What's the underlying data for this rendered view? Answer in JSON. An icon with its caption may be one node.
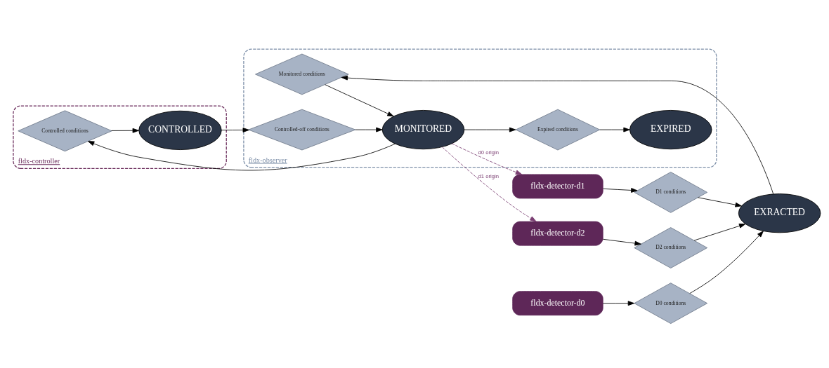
{
  "diagram": {
    "nodes": [
      {
        "text": [
          "fldx-controller"
        ]
      },
      {
        "text": [
          "Controlled conditions"
        ],
        "in": 0
      },
      {
        "text": [
          "CONTROLLED"
        ],
        "in": 0
      },
      {
        "text": [
          "fldx-observer"
        ]
      },
      {
        "text": [
          "Monitored conditions"
        ],
        "in": 3
      },
      {
        "text": [
          "MONITORED"
        ],
        "in": 3
      },
      {
        "text": [
          "Controlled-off conditions"
        ],
        "in": 3
      },
      {
        "text": [
          "Expired conditions"
        ],
        "in": 3
      },
      {
        "text": [
          "EXPIRED"
        ],
        "in": 3
      },
      {
        "text": [
          "fldx-detector-d0"
        ]
      },
      {
        "text": [
          "D0 conditions"
        ]
      },
      {
        "text": [
          "EXRACTED"
        ]
      },
      {
        "text": [
          "D1 conditions"
        ]
      },
      {
        "text": [
          "fldx-detector-d1"
        ]
      },
      {
        "text": [
          "D2 conditions"
        ]
      },
      {
        "text": [
          "fldx-detector-d2"
        ]
      }
    ],
    "edges": [
      {
        "from": 9,
        "to": 10,
        "arrow": "to"
      },
      {
        "from": 10,
        "to": 11,
        "arrow": "to"
      },
      {
        "from": 11,
        "to": 4,
        "arrow": "to"
      },
      {
        "from": 4,
        "to": 5,
        "arrow": "to"
      },
      {
        "from": 5,
        "to": 1,
        "arrow": "to"
      },
      {
        "from": 1,
        "to": 2,
        "arrow": "to"
      },
      {
        "from": 2,
        "to": 6,
        "arrow": "to"
      },
      {
        "from": 6,
        "to": 5,
        "arrow": "to"
      },
      {
        "from": 5,
        "to": 7,
        "arrow": "to"
      },
      {
        "from": 7,
        "to": 8,
        "arrow": "to"
      },
      {
        "from": 13,
        "to": 12,
        "arrow": "to"
      },
      {
        "from": 12,
        "to": 11,
        "arrow": "to"
      },
      {
        "from": 15,
        "to": 14,
        "arrow": "to"
      },
      {
        "from": 14,
        "to": 11,
        "arrow": "to"
      },
      {
        "from": 5,
        "to": 13,
        "arrow": "to",
        "label": "d0 origin",
        "style": "dashed",
        "color": "#7b3f73"
      },
      {
        "from": 5,
        "to": 15,
        "arrow": "to",
        "label": "d1 origin",
        "style": "dashed",
        "color": "#7b3f73"
      }
    ]
  }
}
